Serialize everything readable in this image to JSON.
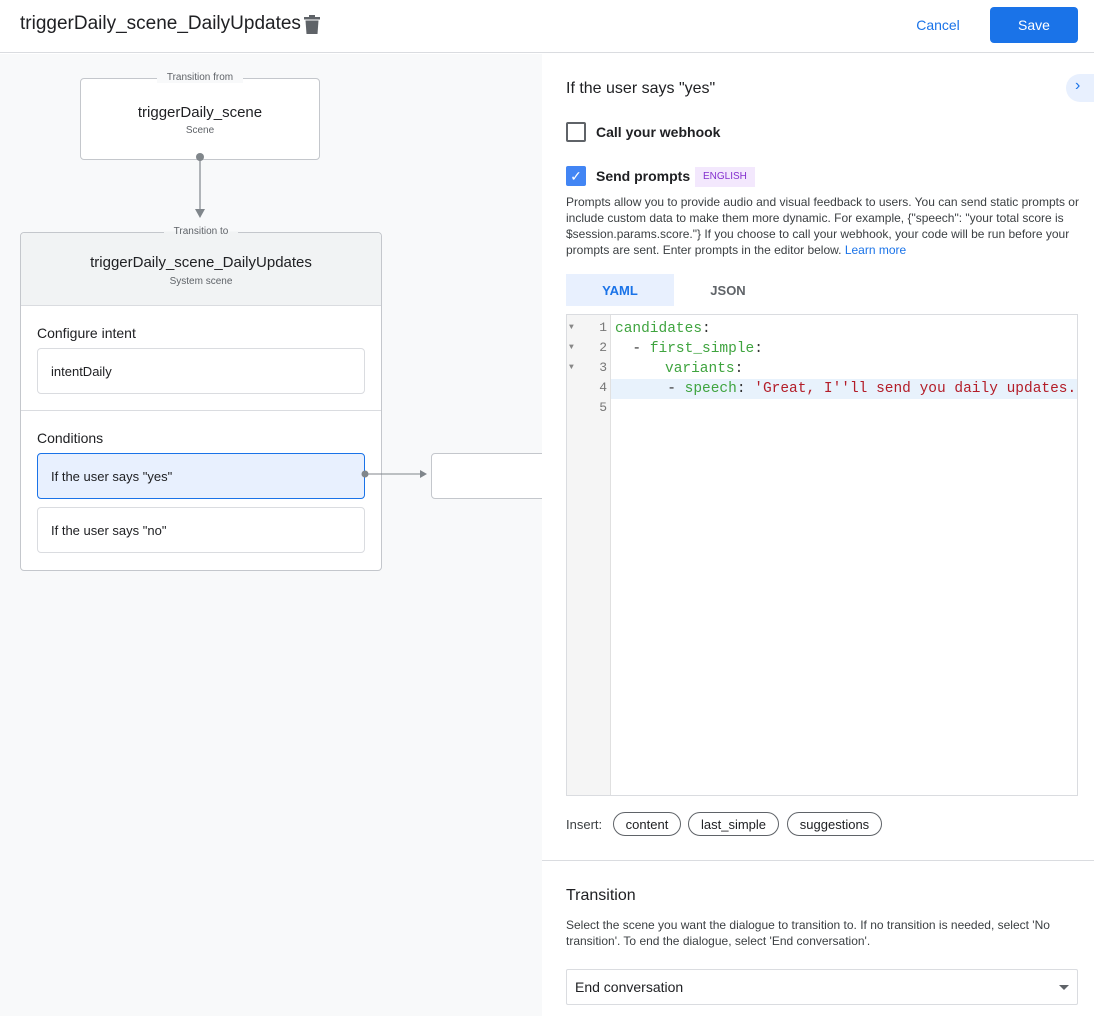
{
  "header": {
    "title": "triggerDaily_scene_DailyUpdates",
    "cancel_label": "Cancel",
    "save_label": "Save"
  },
  "canvas": {
    "from": {
      "legend": "Transition from",
      "name": "triggerDaily_scene",
      "type": "Scene"
    },
    "to": {
      "legend": "Transition to",
      "name": "triggerDaily_scene_DailyUpdates",
      "type": "System scene",
      "configure_intent_label": "Configure intent",
      "intent": "intentDaily",
      "conditions_label": "Conditions",
      "conditions": [
        "If the user says \"yes\"",
        "If the user says \"no\""
      ]
    }
  },
  "panel": {
    "heading": "If the user says \"yes\"",
    "webhook": {
      "label": "Call your webhook",
      "checked": false
    },
    "prompts": {
      "label": "Send prompts",
      "checked": true,
      "badge": "ENGLISH",
      "description": "Prompts allow you to provide audio and visual feedback to users. You can send static prompts or include custom data to make them more dynamic. For example, {\"speech\": \"your total score is $session.params.score.\"} If you choose to call your webhook, your code will be run before your prompts are sent. Enter prompts in the editor below.",
      "learn_more": "Learn more"
    },
    "tabs": [
      {
        "label": "YAML",
        "active": true
      },
      {
        "label": "JSON",
        "active": false
      }
    ],
    "code": {
      "line_numbers": [
        "1",
        "2",
        "3",
        "4",
        "5"
      ],
      "l1_key": "candidates",
      "l2_dash": "  - ",
      "l2_key": "first_simple",
      "l3_key": "variants",
      "l4_dash": "      - ",
      "l4_key": "speech",
      "l4_val": "'Great, I''ll send you daily updates.",
      "colon": ":"
    },
    "insert_label": "Insert:",
    "insert_chips": [
      "content",
      "last_simple",
      "suggestions"
    ],
    "transition": {
      "heading": "Transition",
      "description": "Select the scene you want the dialogue to transition to. If no transition is needed, select 'No transition'. To end the dialogue, select 'End conversation'.",
      "selected": "End conversation"
    }
  },
  "colors": {
    "accent": "#1a73e8",
    "badge_bg": "#f3e8fd",
    "badge_fg": "#8430ce"
  }
}
